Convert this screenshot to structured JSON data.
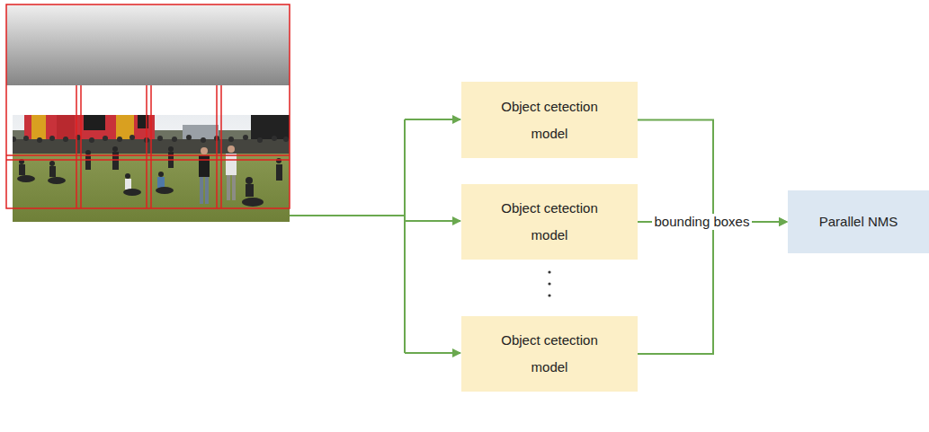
{
  "diagram": {
    "nodes": [
      {
        "text": [
          "Object cetection model"
        ]
      },
      {
        "text": [
          "Object cetection model"
        ]
      },
      {
        "text": [
          "Object cetection model"
        ]
      },
      {
        "text": [
          "Parallel NMS"
        ]
      }
    ],
    "edges": [
      {
        "from": 0,
        "to": 3,
        "arrow": "to"
      },
      {
        "from": 1,
        "to": 3,
        "label": "bounding boxes",
        "arrow": "to"
      },
      {
        "from": 2,
        "to": 3,
        "arrow": "to"
      }
    ]
  }
}
